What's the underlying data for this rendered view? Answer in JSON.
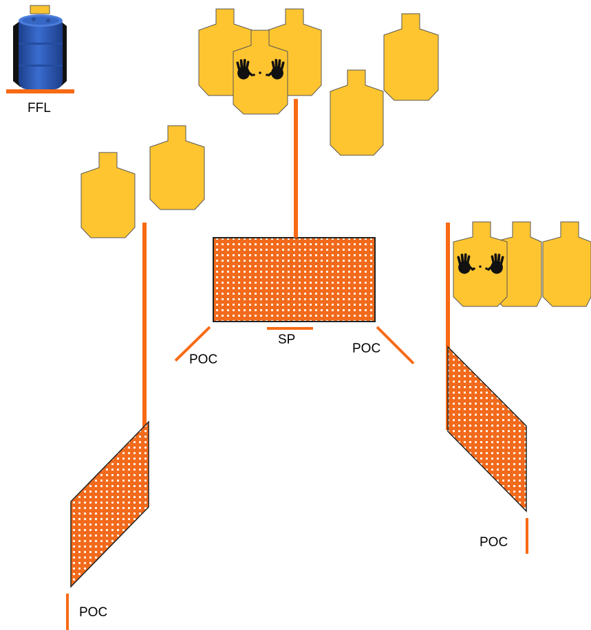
{
  "labels": {
    "ffl": "FFL",
    "sp": "SP",
    "poc_left_top": "POC",
    "poc_right_top": "POC",
    "poc_bottom_left": "POC",
    "poc_bottom_right": "POC"
  },
  "colors": {
    "target_fill": "#FFC531",
    "target_stroke": "#555555",
    "fault_line": "#F86A14",
    "mesh_fill": "#F26A1C",
    "barrel_blue": "#2B59B5",
    "handprint": "#111111"
  },
  "icons": {
    "barrel": "blue-barrel-icon",
    "handprints": "black-handprints-icon"
  }
}
